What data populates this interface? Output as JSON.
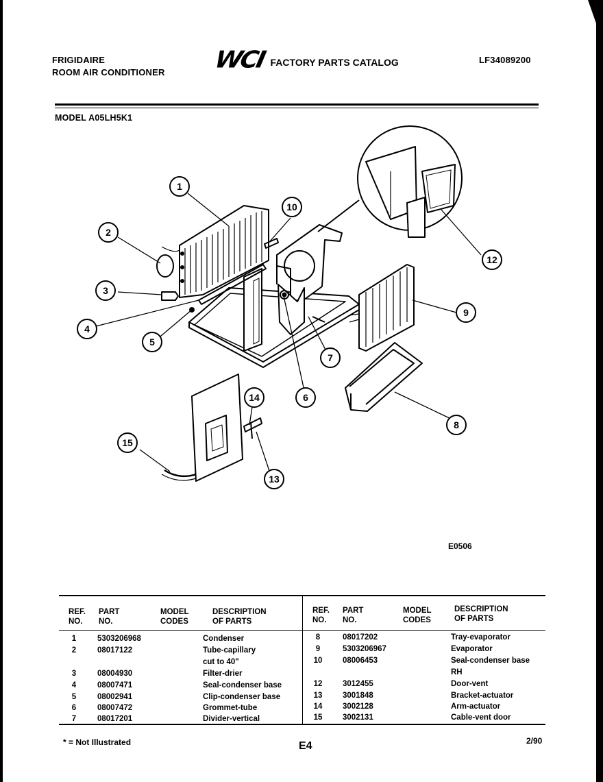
{
  "header": {
    "brand": "FRIGIDAIRE",
    "product": "ROOM AIR CONDITIONER",
    "logo": "WCI",
    "catalog_title": "FACTORY PARTS CATALOG",
    "catalog_number": "LF34089200",
    "model": "MODEL A05LH5K1"
  },
  "diagram": {
    "code": "E0506",
    "callouts": [
      "1",
      "2",
      "3",
      "4",
      "5",
      "6",
      "7",
      "8",
      "9",
      "10",
      "12",
      "13",
      "14",
      "15"
    ]
  },
  "table": {
    "headers": {
      "ref": [
        "REF.",
        "NO."
      ],
      "part": [
        "PART",
        "NO."
      ],
      "model_codes": [
        "MODEL",
        "CODES"
      ],
      "description": [
        "DESCRIPTION",
        "OF PARTS"
      ]
    },
    "left_rows": [
      {
        "ref": "1",
        "part": "5303206968",
        "codes": "",
        "desc": "Condenser"
      },
      {
        "ref": "2",
        "part": "08017122",
        "codes": "",
        "desc": "Tube-capillary"
      },
      {
        "ref": "",
        "part": "",
        "codes": "",
        "desc": "cut to 40\""
      },
      {
        "ref": "3",
        "part": "08004930",
        "codes": "",
        "desc": "Filter-drier"
      },
      {
        "ref": "4",
        "part": "08007471",
        "codes": "",
        "desc": "Seal-condenser base"
      },
      {
        "ref": "5",
        "part": "08002941",
        "codes": "",
        "desc": "Clip-condenser base"
      },
      {
        "ref": "6",
        "part": "08007472",
        "codes": "",
        "desc": "Grommet-tube"
      },
      {
        "ref": "7",
        "part": "08017201",
        "codes": "",
        "desc": "Divider-vertical"
      }
    ],
    "right_rows": [
      {
        "ref": "8",
        "part": "08017202",
        "codes": "",
        "desc": "Tray-evaporator"
      },
      {
        "ref": "9",
        "part": "5303206967",
        "codes": "",
        "desc": "Evaporator"
      },
      {
        "ref": "10",
        "part": "08006453",
        "codes": "",
        "desc": "Seal-condenser base"
      },
      {
        "ref": "",
        "part": "",
        "codes": "",
        "desc": "RH"
      },
      {
        "ref": "12",
        "part": "3012455",
        "codes": "",
        "desc": "Door-vent"
      },
      {
        "ref": "13",
        "part": "3001848",
        "codes": "",
        "desc": "Bracket-actuator"
      },
      {
        "ref": "14",
        "part": "3002128",
        "codes": "",
        "desc": "Arm-actuator"
      },
      {
        "ref": "15",
        "part": "3002131",
        "codes": "",
        "desc": "Cable-vent door"
      }
    ]
  },
  "footer": {
    "footnote": "* = Not Illustrated",
    "page": "E4",
    "date": "2/90"
  }
}
